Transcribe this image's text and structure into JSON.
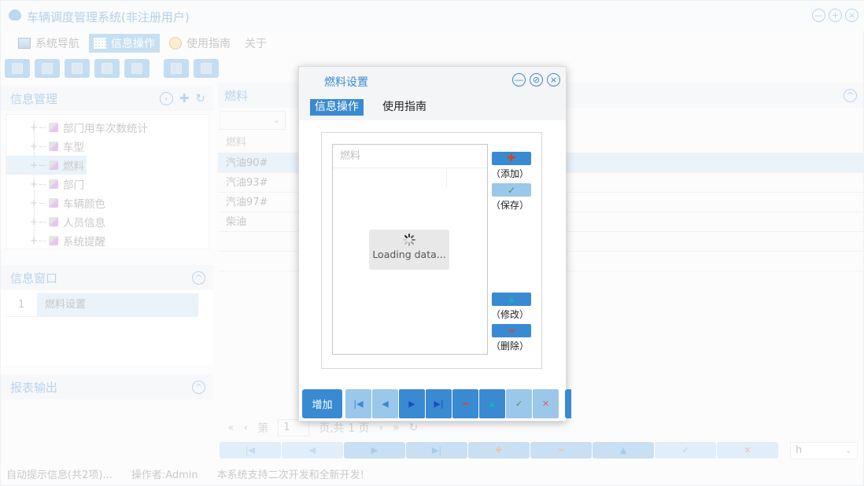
{
  "app": {
    "title": "车辆调度管理系统(非注册用户)",
    "window_controls": [
      "minimize",
      "maximize",
      "close"
    ]
  },
  "menu": {
    "items": [
      {
        "label": "系统导航",
        "icon": "screen-icon",
        "active": false
      },
      {
        "label": "信息操作",
        "icon": "grid-icon",
        "active": true
      },
      {
        "label": "使用指南",
        "icon": "bulb-icon",
        "active": false
      },
      {
        "label": "关于",
        "icon": "",
        "active": false
      }
    ]
  },
  "toolbar": {
    "buttons": [
      "search-icon",
      "list-icon",
      "document-icon",
      "user-computer-icon",
      "window-icon",
      "export-icon",
      "card-icon"
    ]
  },
  "sidebar": {
    "info_manage": {
      "title": "信息管理",
      "items": [
        "部门用车次数统计",
        "车型",
        "燃料",
        "部门",
        "车辆颜色",
        "人员信息",
        "系统提醒"
      ],
      "selected": "燃料"
    },
    "info_window": {
      "title": "信息窗口",
      "rows": [
        {
          "num": "1",
          "name": "燃料设置"
        }
      ]
    },
    "report": {
      "title": "报表输出"
    }
  },
  "center": {
    "title": "燃料",
    "combo_value": "",
    "grid": {
      "header": "燃料",
      "rows": [
        "汽油90#",
        "汽油93#",
        "汽油97#",
        "柴油"
      ],
      "selected_index": 0
    },
    "pager": {
      "prefix": "第",
      "page": "1",
      "suffix": "页,共 1 页"
    },
    "button_bar": [
      "first",
      "prev",
      "next",
      "last",
      "add",
      "delete",
      "edit",
      "save",
      "cancel"
    ],
    "select_value": "h"
  },
  "status": {
    "hint": "自动提示信息(共2项)...",
    "operator": "操作者:Admin",
    "notice": "本系统支持二次开发和全新开发!"
  },
  "dialog": {
    "title": "燃料设置",
    "tabs": [
      {
        "label": "信息操作",
        "active": true
      },
      {
        "label": "使用指南",
        "active": false
      }
    ],
    "grid_header": "燃料",
    "loading_text": "Loading data...",
    "side_buttons": [
      {
        "label": "（添加）",
        "icon": "plus-icon"
      },
      {
        "label": "（保存）",
        "icon": "check-icon"
      },
      {
        "label": "（修改）",
        "icon": "edit-icon"
      },
      {
        "label": "（删除）",
        "icon": "minus-icon"
      }
    ],
    "footer": {
      "add_label": "增加"
    }
  }
}
